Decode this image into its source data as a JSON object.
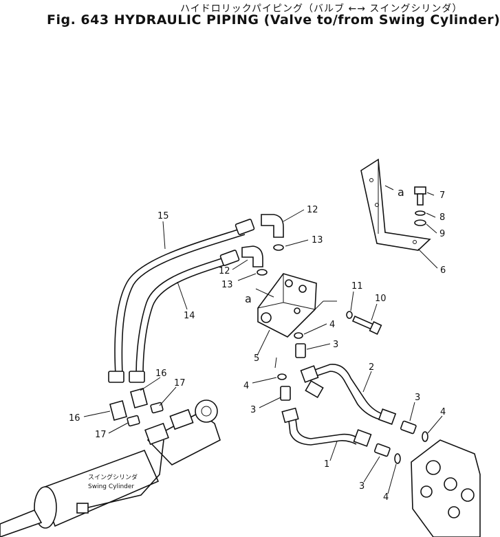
{
  "title": {
    "jp": "ハイドロリックパイピング（バルブ ←→ スイングシリンダ）",
    "en": "Fig. 643 HYDRAULIC PIPING (Valve to/from Swing Cylinder)"
  },
  "callouts": {
    "n1": "1",
    "n2": "2",
    "n3a": "3",
    "n3b": "3",
    "n3c": "3",
    "n3d": "3",
    "n4a": "4",
    "n4b": "4",
    "n4c": "4",
    "n4d": "4",
    "n5": "5",
    "n6": "6",
    "n7": "7",
    "n8": "8",
    "n9": "9",
    "n10": "10",
    "n11": "11",
    "n12a": "12",
    "n12b": "12",
    "n13a": "13",
    "n13b": "13",
    "n14": "14",
    "n15": "15",
    "n16a": "16",
    "n16b": "16",
    "n17a": "17",
    "n17b": "17",
    "ref_a1": "a",
    "ref_a2": "a"
  },
  "cylinder_label": {
    "jp": "スイングシリンダ",
    "en": "Swing Cylinder"
  }
}
